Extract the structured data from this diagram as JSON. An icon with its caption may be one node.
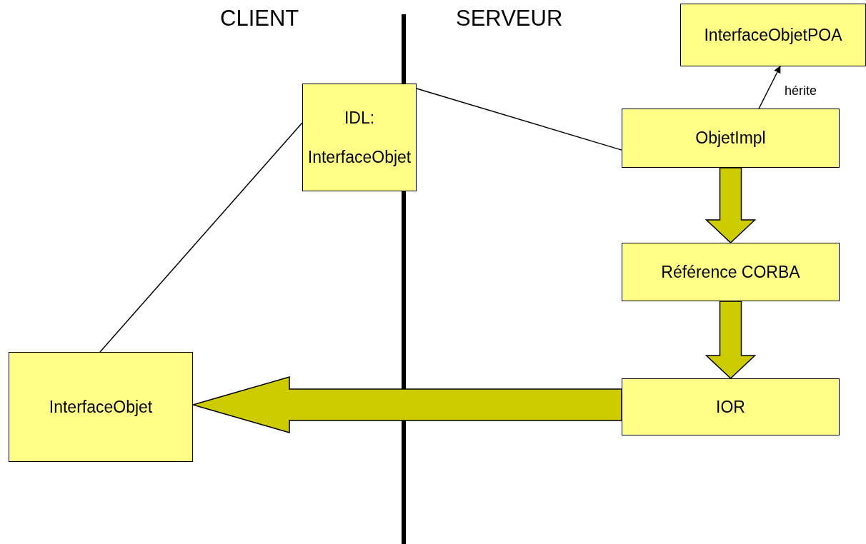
{
  "diagram": {
    "nodes": [
      {
        "text": [
          "InterfaceObjetPOA"
        ]
      },
      {
        "text": [
          "IDL:",
          "InterfaceObjet"
        ]
      },
      {
        "text": [
          "ObjetImpl"
        ]
      },
      {
        "text": [
          "Référence CORBA"
        ]
      },
      {
        "text": [
          "InterfaceObjet"
        ]
      },
      {
        "text": [
          "IOR"
        ]
      }
    ],
    "edges": [
      {
        "from": 2,
        "to": 0,
        "arrow": "to",
        "label": "hérite"
      },
      {
        "from": 1,
        "to": 2,
        "arrow": "none"
      },
      {
        "from": 1,
        "to": 4,
        "arrow": "none"
      },
      {
        "from": 2,
        "to": 3,
        "arrow": "to",
        "style": "thick",
        "color": "#cccc00"
      },
      {
        "from": 3,
        "to": 5,
        "arrow": "to",
        "style": "thick",
        "color": "#cccc00"
      },
      {
        "from": 5,
        "to": 4,
        "arrow": "to",
        "style": "thick",
        "color": "#cccc00"
      }
    ],
    "labels": [
      "CLIENT",
      "SERVEUR"
    ]
  }
}
